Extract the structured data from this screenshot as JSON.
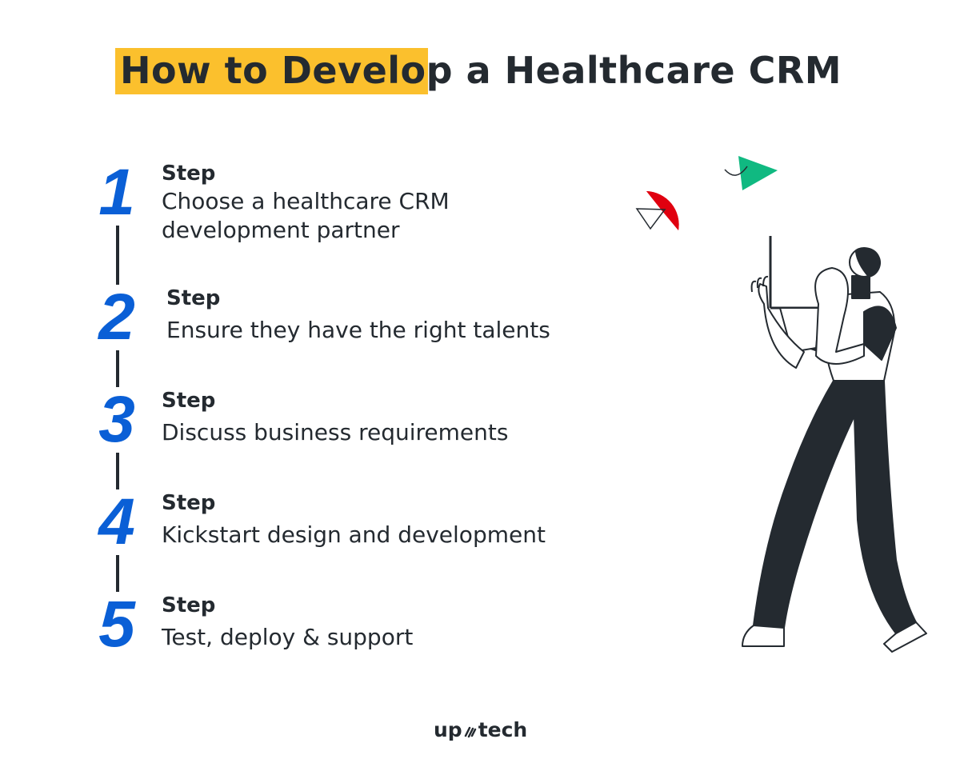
{
  "header": {
    "title": "How to Develop a Healthcare CRM",
    "highlight_color": "#fbc02d"
  },
  "steps": [
    {
      "number": "1",
      "label": "Step",
      "description_lines": [
        "Choose a healthcare CRM",
        "development partner"
      ]
    },
    {
      "number": "2",
      "label": "Step",
      "description_lines": [
        "Ensure they have the right talents"
      ]
    },
    {
      "number": "3",
      "label": "Step",
      "description_lines": [
        "Discuss business requirements"
      ]
    },
    {
      "number": "4",
      "label": "Step",
      "description_lines": [
        "Kickstart design and development"
      ]
    },
    {
      "number": "5",
      "label": "Step",
      "description_lines": [
        "Test, deploy & support"
      ]
    }
  ],
  "colors": {
    "step_number": "#0a5fd6",
    "text": "#242a30",
    "green_shape": "#10b981",
    "red_shape": "#e0000f"
  },
  "illustration": {
    "icons": [
      "green-triangle-icon",
      "red-semicircle-icon",
      "outline-triangle-icon",
      "person-with-laptop-illustration"
    ]
  },
  "footer": {
    "logo_left": "up",
    "logo_right": "tech"
  }
}
